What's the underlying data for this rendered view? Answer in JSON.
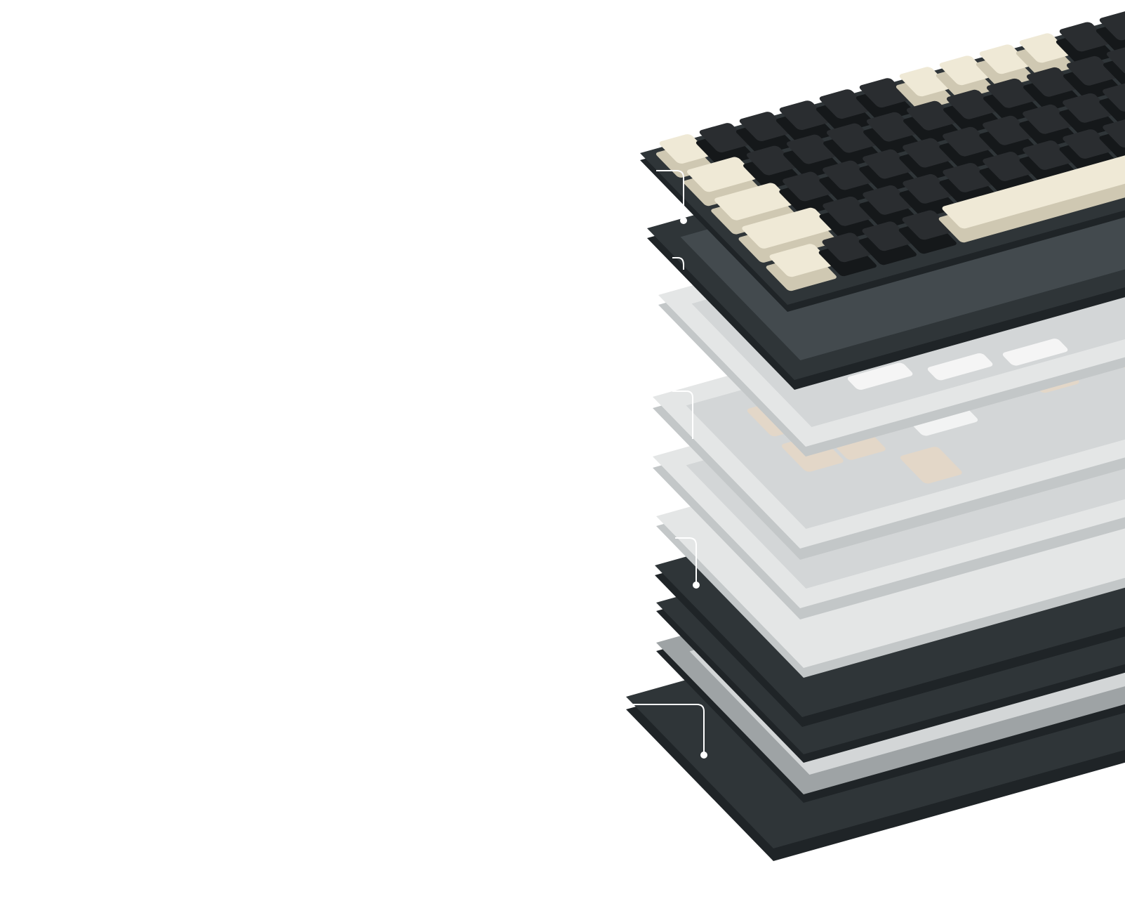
{
  "colors": {
    "background": "#ffffff",
    "dark_layer": "#2f3538",
    "dark_side": "#1f2427",
    "light_layer": "#e4e6e6",
    "light_side": "#c3c7c8",
    "grey_frame": "#9ea3a5",
    "cream_key": "#efe9d6",
    "black_key": "#2a2d30",
    "switch_beige": "#e3d7c8",
    "callout_line": "#ffffff"
  },
  "callouts": [
    {
      "marker": "dot"
    },
    {
      "marker": "none"
    },
    {
      "marker": "none"
    },
    {
      "marker": "dot"
    },
    {
      "marker": "dot"
    }
  ]
}
